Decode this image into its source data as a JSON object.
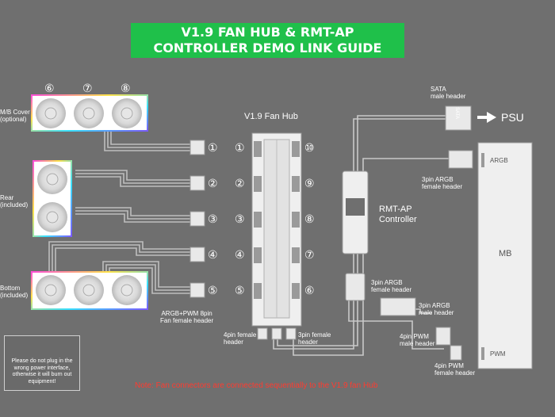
{
  "title": {
    "line1": "V1.9 FAN HUB & RMT-AP",
    "line2": "CONTROLLER DEMO LINK GUIDE"
  },
  "top_fan_numbers": [
    "⑥",
    "⑦",
    "⑧"
  ],
  "labels": {
    "mb_cover": "M/B Cover\n(optional)",
    "rear": "Rear\n(included)",
    "bottom": "Bottom\n(included)",
    "hub_title": "V1.9 Fan Hub",
    "argb_pwm_header": "ARGB+PWM 8pin\nFan female header",
    "hub_4pin_female": "4pin female\nheader",
    "hub_3pin_female": "3pin female\nheader",
    "sata": "SATA\nmale header",
    "psu": "PSU",
    "argb_3pin_female_top": "3pin ARGB\nfemale header",
    "rmt_ap": "RMT-AP\nController",
    "argb_3pin_female": "3pin ARGB\nfemale header",
    "argb_3pin_male": "3pin ARGB\nmale header",
    "pwm_4pin_male": "4pin PWM\nmale header",
    "pwm_4pin_female": "4pin PWM\nfemale header",
    "mb": "MB",
    "mb_argb": "ARGB",
    "mb_pwm": "PWM",
    "sata_tag": "SATA"
  },
  "connector_numbers": [
    "①",
    "②",
    "③",
    "④",
    "⑤"
  ],
  "hub_left_numbers": [
    "①",
    "②",
    "③",
    "④",
    "⑤"
  ],
  "hub_right_numbers": [
    "⑩",
    "⑨",
    "⑧",
    "⑦",
    "⑥"
  ],
  "warning": "Please do not plug in the\nwrong power interface,\notherwise it will burn out\nequipment!",
  "note": "Note: Fan connectors are connected sequentially to the V1.9 fan Hub",
  "colors": {
    "banner": "#1fc04a",
    "background": "#6f6f6f",
    "note": "#ff3b30"
  }
}
